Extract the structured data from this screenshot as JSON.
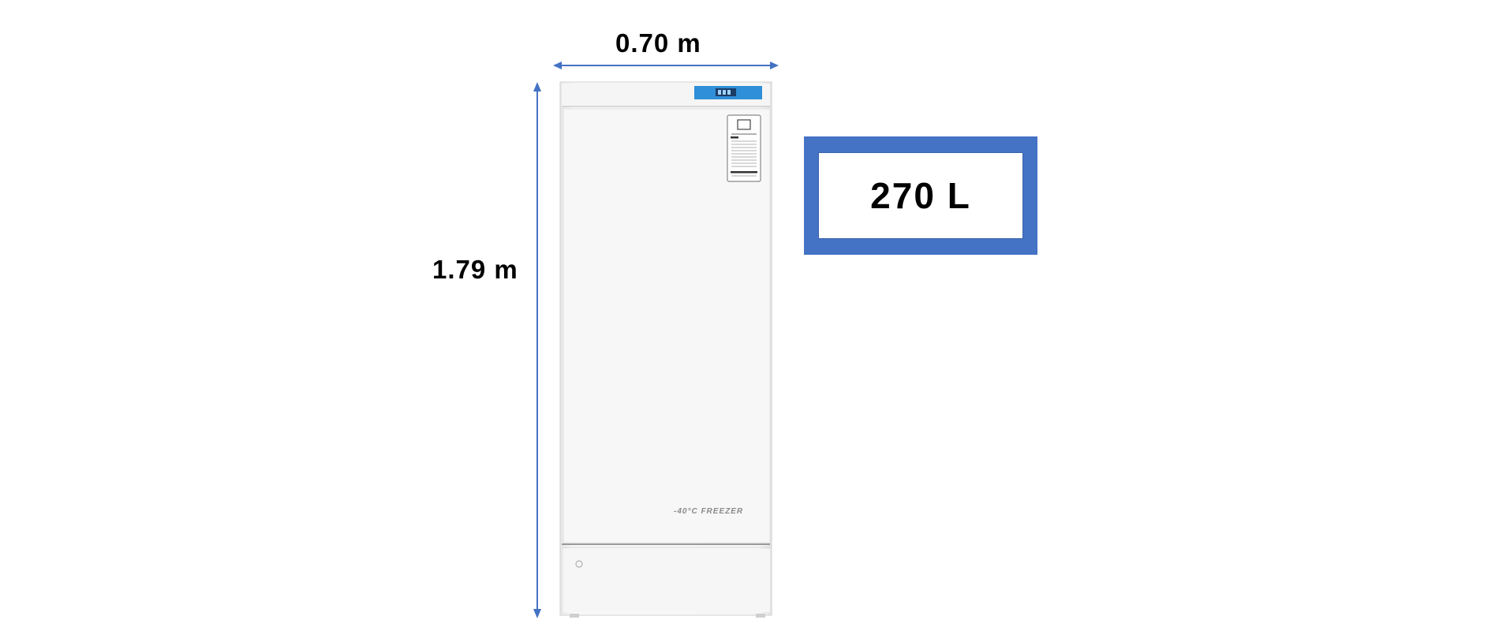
{
  "dimensions": {
    "width_label": "0.70 m",
    "height_label": "1.79 m"
  },
  "capacity": {
    "label": "270 L"
  },
  "freezer": {
    "door_text": "-40°C FREEZER",
    "display_color": "#2f8fd8"
  },
  "colors": {
    "arrow": "#4472c4",
    "box_border": "#4472c4",
    "body": "#f3f3f3"
  },
  "icons": {
    "arrows": "double-headed-arrow",
    "door_sticker": "info-label-sticker"
  }
}
